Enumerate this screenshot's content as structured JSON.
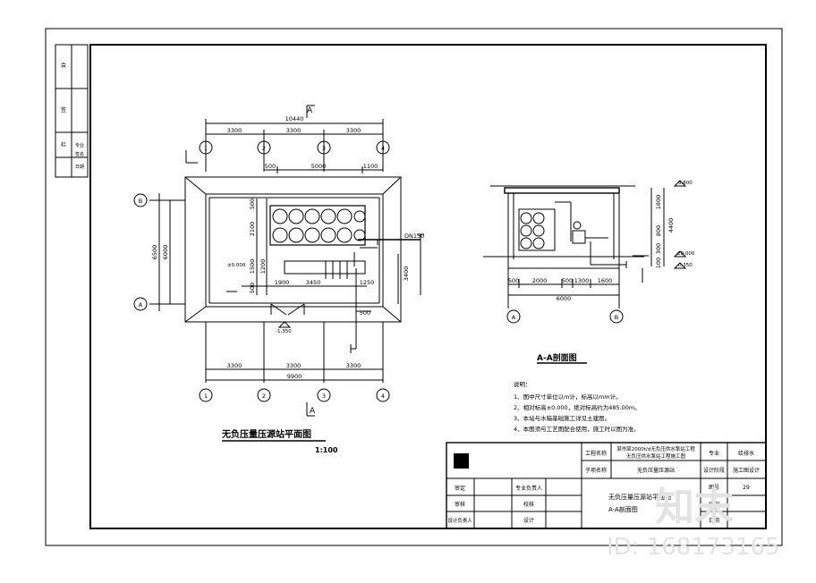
{
  "plan": {
    "title": "无负压量压源站平面图",
    "scale": "1:100",
    "section_mark": "A",
    "top_dims": {
      "total": "10440",
      "d1": "3300",
      "d2": "3300",
      "d3": "3300",
      "e1": "500",
      "e2": "5000",
      "e3": "1100"
    },
    "bottom_dims": {
      "total": "9900",
      "d1": "3300",
      "d2": "3300",
      "d3": "3300"
    },
    "left_dims": {
      "outer": "6500",
      "inner": "6000"
    },
    "inner_dims": {
      "v1": "500",
      "v2": "2100",
      "v3": "1500",
      "v4": "1200",
      "v5": "500",
      "h1": "1900",
      "h2": "3450",
      "h3": "1250",
      "h4": "3400",
      "h5": "500"
    },
    "axes_cols": [
      "1",
      "2",
      "3",
      "4"
    ],
    "axes_rows": [
      "B",
      "A"
    ],
    "pipe": "DN150",
    "level_floor": "±0.000",
    "level_pit": "-1.350"
  },
  "section": {
    "title": "A-A剖面图",
    "dims": {
      "d1": "500",
      "d2": "2000",
      "d3": "500",
      "d4": "1300",
      "d5": "1600",
      "total": "6000"
    },
    "right_dims": {
      "r1": "1800",
      "r2": "800",
      "r3": "300",
      "r4": "100",
      "total": "4400"
    },
    "levels": {
      "top": "3.800",
      "floor": "±0.000",
      "bottom": "-0.350"
    },
    "axes": [
      "A",
      "B"
    ]
  },
  "notes": {
    "heading": "说明：",
    "items": [
      "1、图中尺寸单位以m计，标高以mm计。",
      "2、相对标高±0.000，绝对标高约为485.00m。",
      "3、本站与水箱基础施工详见土建图。",
      "4、本图须与工艺图配合使用，施工时以图为准。"
    ]
  },
  "title_block": {
    "project_label": "工程名称",
    "project_value": "某市某2000t/d无负压供水泵站工程",
    "project_value2": "无负压供水泵站工程施工图",
    "item_label": "子项名称",
    "item_value": "无负压量压源站",
    "specialty_label": "专业",
    "specialty_value": "给排水",
    "stage_label": "设计阶段",
    "stage_value": "施工图设计",
    "drawing_no_label": "图号",
    "drawing_no_value": "29",
    "sheet_label": "比例",
    "date_label": "日期",
    "drawing_name1": "无负压量压源站平面图",
    "drawing_name2": "A-A剖面图",
    "sign": [
      {
        "role": "审定",
        "role2": "专业负责人"
      },
      {
        "role": "审核",
        "role2": "校核"
      },
      {
        "role": "设计负责人",
        "role2": "设计"
      }
    ]
  },
  "side_strip": [
    "会",
    "签",
    "栏",
    "专业",
    "签名",
    "日期"
  ],
  "watermark": {
    "brand": "知末",
    "id": "ID: 168173165"
  }
}
